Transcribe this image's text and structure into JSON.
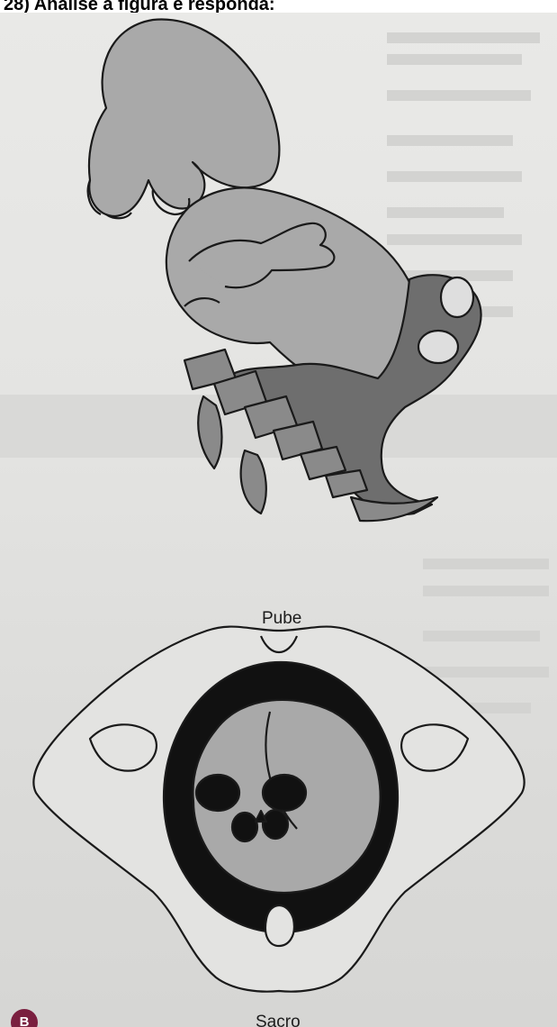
{
  "question": {
    "text": "28) Analise a figura e responda:"
  },
  "figure": {
    "label_top": "Pube",
    "label_bottom": "Sacro",
    "panel_badge": "B"
  },
  "colors": {
    "badge": "#7a1f3f",
    "fetus_gray": "#a9a9a9",
    "outline": "#1a1a1a",
    "background": "#e6e6e4"
  }
}
